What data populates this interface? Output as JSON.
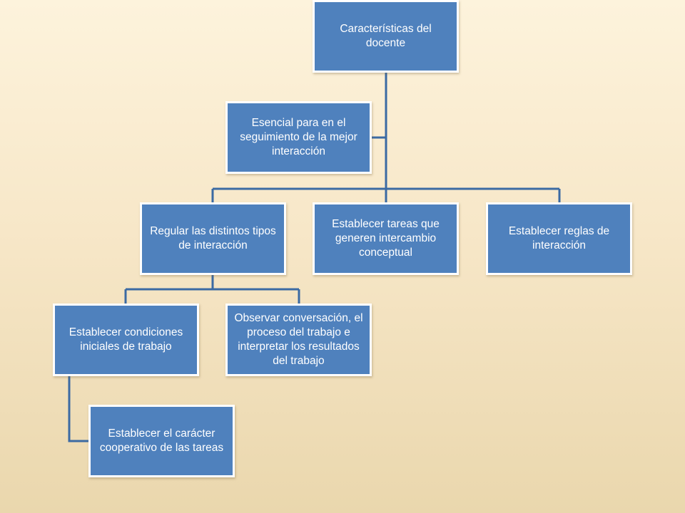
{
  "diagram": {
    "nodes": {
      "root": "Características del docente",
      "assistant": "Esencial para  en el seguimiento de la mejor interacción",
      "regular": "Regular las distintos tipos de interacción",
      "tareas": "Establecer tareas que generen intercambio conceptual",
      "reglas": "Establecer reglas de interacción",
      "condiciones": "Establecer condiciones iniciales de trabajo",
      "observar": "Observar conversación, el proceso del trabajo  e interpretar  los resultados del trabajo",
      "cooperativo": "Establecer  el carácter cooperativo de las tareas"
    },
    "edges": [
      [
        "root",
        "assistant"
      ],
      [
        "root",
        "regular"
      ],
      [
        "root",
        "tareas"
      ],
      [
        "root",
        "reglas"
      ],
      [
        "regular",
        "condiciones"
      ],
      [
        "regular",
        "observar"
      ],
      [
        "condiciones",
        "cooperativo"
      ]
    ],
    "colors": {
      "node_fill": "#4f81bd",
      "node_border": "#ffffff",
      "connector": "#3b6aa3",
      "background_top": "#fdf3dc",
      "background_bottom": "#ead7ad"
    }
  }
}
